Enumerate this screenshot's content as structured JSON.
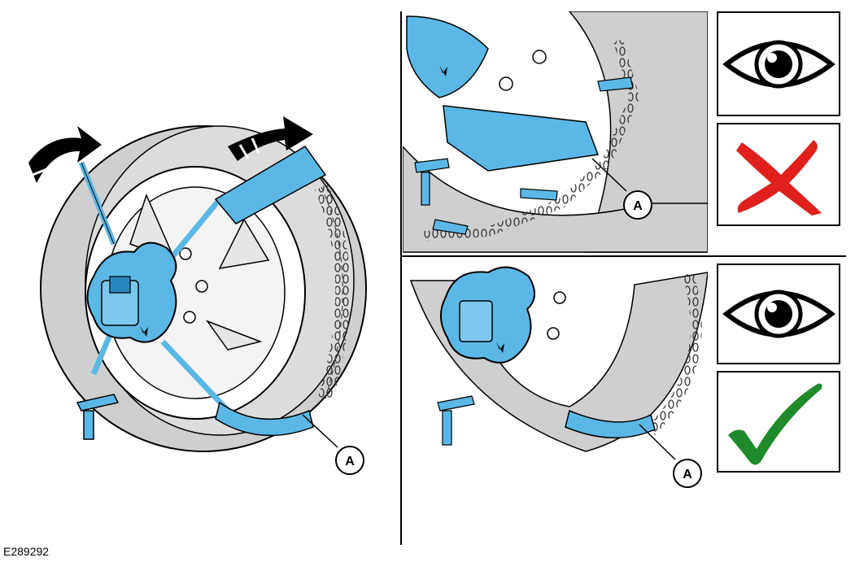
{
  "figure_code": "E289292",
  "callouts": {
    "main": "A",
    "incorrect": "A",
    "correct": "A"
  },
  "panels": {
    "top_right": {
      "verdict": "incorrect"
    },
    "bottom_right": {
      "verdict": "correct"
    }
  },
  "colors": {
    "chain_blue": "#5bb8e6",
    "chain_blue_dark": "#2a86bf",
    "tire_gray": "#cfcfcf",
    "cross_red": "#e0201c",
    "check_green": "#1f8a2a",
    "outline": "#000000"
  },
  "icons": [
    "eye-icon",
    "cross-icon",
    "eye-icon",
    "checkmark-icon"
  ]
}
